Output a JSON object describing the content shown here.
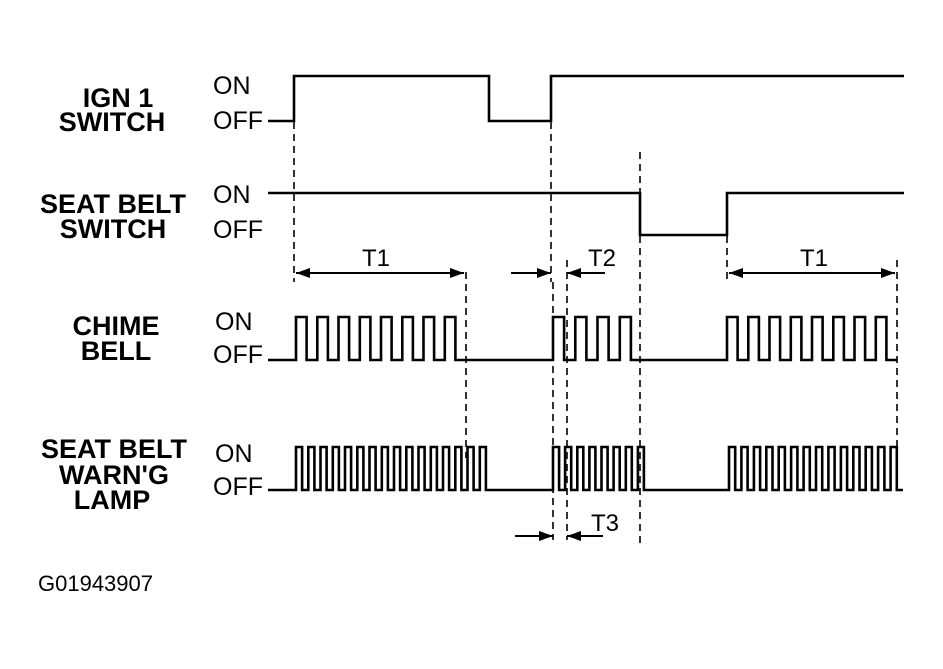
{
  "diagram": {
    "signals": [
      {
        "id": "ign",
        "label_lines": [
          "IGN 1",
          "SWITCH"
        ],
        "on_label": "ON",
        "off_label": "OFF"
      },
      {
        "id": "belt",
        "label_lines": [
          "SEAT BELT",
          "SWITCH"
        ],
        "on_label": "ON",
        "off_label": "OFF"
      },
      {
        "id": "chime",
        "label_lines": [
          "CHIME",
          "BELL"
        ],
        "on_label": "ON",
        "off_label": "OFF"
      },
      {
        "id": "lamp",
        "label_lines": [
          "SEAT BELT",
          "WARN'G",
          "LAMP"
        ],
        "on_label": "ON",
        "off_label": "OFF"
      }
    ],
    "timing_labels": {
      "t1_first": "T1",
      "t2": "T2",
      "t1_second": "T1",
      "t3": "T3"
    },
    "figure_code": "G01943907"
  }
}
